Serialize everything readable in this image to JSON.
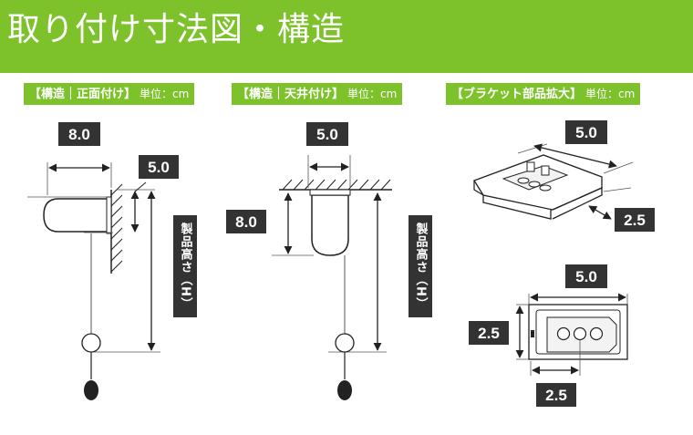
{
  "header": {
    "title": "取り付け寸法図・構造"
  },
  "sections": [
    {
      "title": "【構造｜正面付け】",
      "unit": "単位：cm"
    },
    {
      "title": "【構造｜天井付け】",
      "unit": "単位：cm"
    },
    {
      "title": "【ブラケット部品拡大】",
      "unit": "単位：cm"
    }
  ],
  "front_mount": {
    "width_label": "8.0",
    "wall_clearance_label": "5.0",
    "height_label": "製品高さ（H）"
  },
  "ceiling_mount": {
    "depth_label": "5.0",
    "drop_label": "8.0",
    "height_label": "製品高さ（H）"
  },
  "bracket_detail": {
    "perspective_length_label": "5.0",
    "perspective_depth_label": "2.5",
    "top_width_label": "5.0",
    "side_height_label": "2.5",
    "bottom_width_label": "2.5"
  },
  "colors": {
    "accent": "#7dc22b",
    "label_box": "#333333",
    "line": "#333333"
  }
}
